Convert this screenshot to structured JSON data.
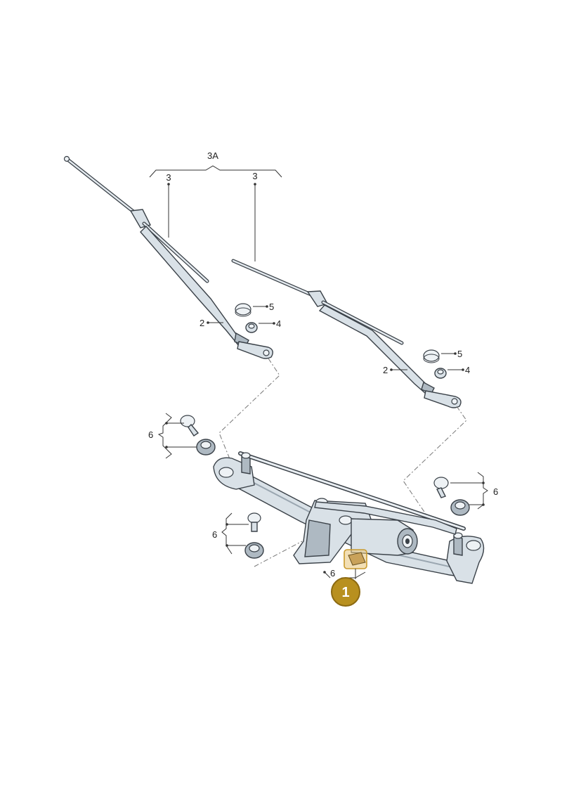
{
  "colors": {
    "callout_fill": "#b8901f",
    "highlight": "#e8c478",
    "part_fill": "#d9e1e7",
    "outline": "#3a4148"
  },
  "labels": {
    "group_3A": "3A",
    "arm_left_3": "3",
    "arm_right_3": "3",
    "left_2": "2",
    "left_4": "4",
    "left_5": "5",
    "right_2": "2",
    "right_4": "4",
    "right_5": "5",
    "upper_left_6": "6",
    "right_6": "6",
    "lower_left_6": "6",
    "bottom_6": "6"
  },
  "callout": {
    "number": "1"
  }
}
